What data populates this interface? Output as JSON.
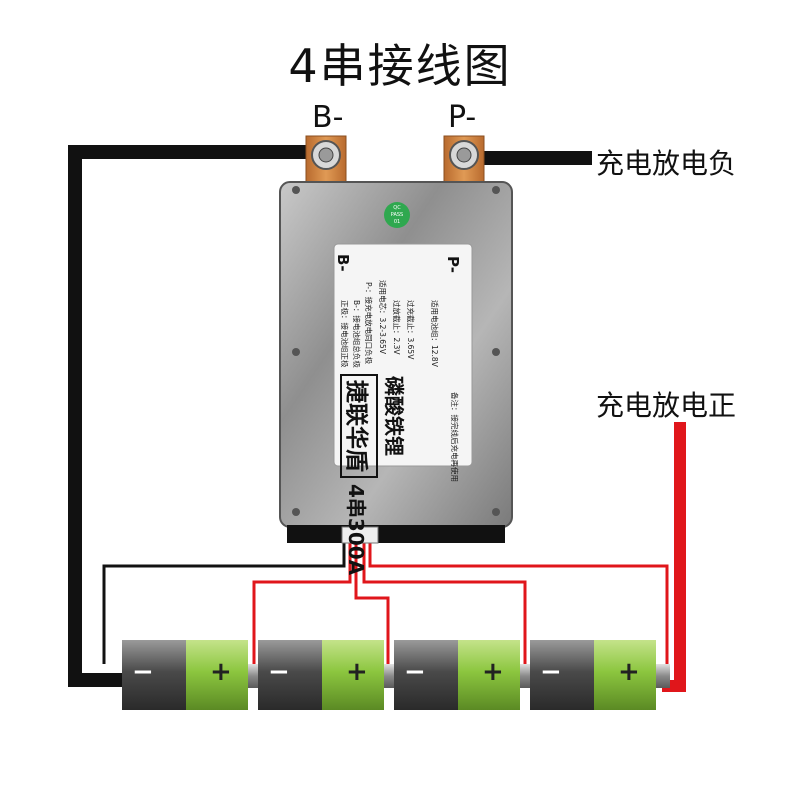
{
  "title": "4串接线图",
  "terminals": {
    "b_minus": "B-",
    "p_minus": "P-"
  },
  "labels": {
    "load_negative": "充电放电负",
    "load_positive": "充电放电正"
  },
  "board": {
    "sign_b": "B-",
    "sign_p": "P-",
    "pass_sticker": [
      "QC",
      "PASS",
      "01"
    ],
    "lines": [
      "正极：接电池组正极",
      "B-：接电池组总负极",
      "P-：接充电放电同口负极",
      "适用电芯：3.2-3.65V",
      "过放截止：2.3V",
      "过充截止：3.65V",
      "适用电池组：12.8V"
    ],
    "note": "备注：接完线后充电再使用",
    "brand": "捷联华盾",
    "spec": "4串300A",
    "chemistry": "磷酸铁锂"
  },
  "batteries": [
    {
      "minus": "−",
      "plus": "+"
    },
    {
      "minus": "−",
      "plus": "+"
    },
    {
      "minus": "−",
      "plus": "+"
    },
    {
      "minus": "−",
      "plus": "+"
    }
  ],
  "colors": {
    "wire_negative": "#111111",
    "wire_positive": "#e0161b",
    "battery_green": "#8cc63f",
    "board_metal": "#9a9a9a"
  }
}
